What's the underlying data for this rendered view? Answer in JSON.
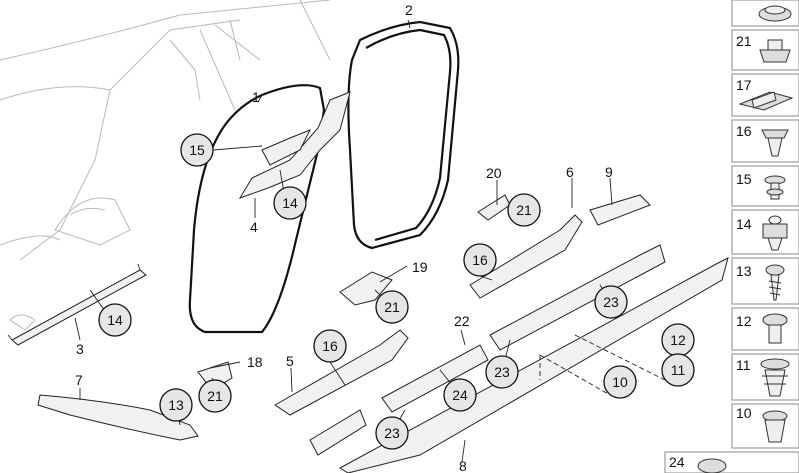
{
  "callouts": {
    "c1": "1",
    "c2": "2",
    "c3": "3",
    "c4": "4",
    "c5": "5",
    "c6": "6",
    "c7": "7",
    "c8": "8",
    "c9": "9",
    "c15": "15",
    "c14a": "14",
    "c14b": "14",
    "c13": "13",
    "c20": "20",
    "c21a": "21",
    "c16a": "16",
    "c19": "19",
    "c21b": "21",
    "c16b": "16",
    "c18": "18",
    "c21c": "21",
    "c22": "22",
    "c23a": "23",
    "c23b": "23",
    "c23c": "23",
    "c24": "24",
    "c12": "12",
    "c11": "11",
    "c10": "10"
  },
  "sidebar": {
    "items": [
      {
        "label": "",
        "icon": "rubber-grommet-icon"
      },
      {
        "label": "21",
        "icon": "spring-nut-icon"
      },
      {
        "label": "17",
        "icon": "clip-icon"
      },
      {
        "label": "16",
        "icon": "expansion-clip-icon"
      },
      {
        "label": "15",
        "icon": "push-pin-icon"
      },
      {
        "label": "14",
        "icon": "screw-clip-icon"
      },
      {
        "label": "13",
        "icon": "screw-icon"
      },
      {
        "label": "12",
        "icon": "expanding-rivet-icon"
      },
      {
        "label": "11",
        "icon": "pine-tree-clip-icon"
      },
      {
        "label": "10",
        "icon": "clip-nut-icon"
      },
      {
        "label": "24",
        "icon": "cap-icon"
      }
    ]
  }
}
